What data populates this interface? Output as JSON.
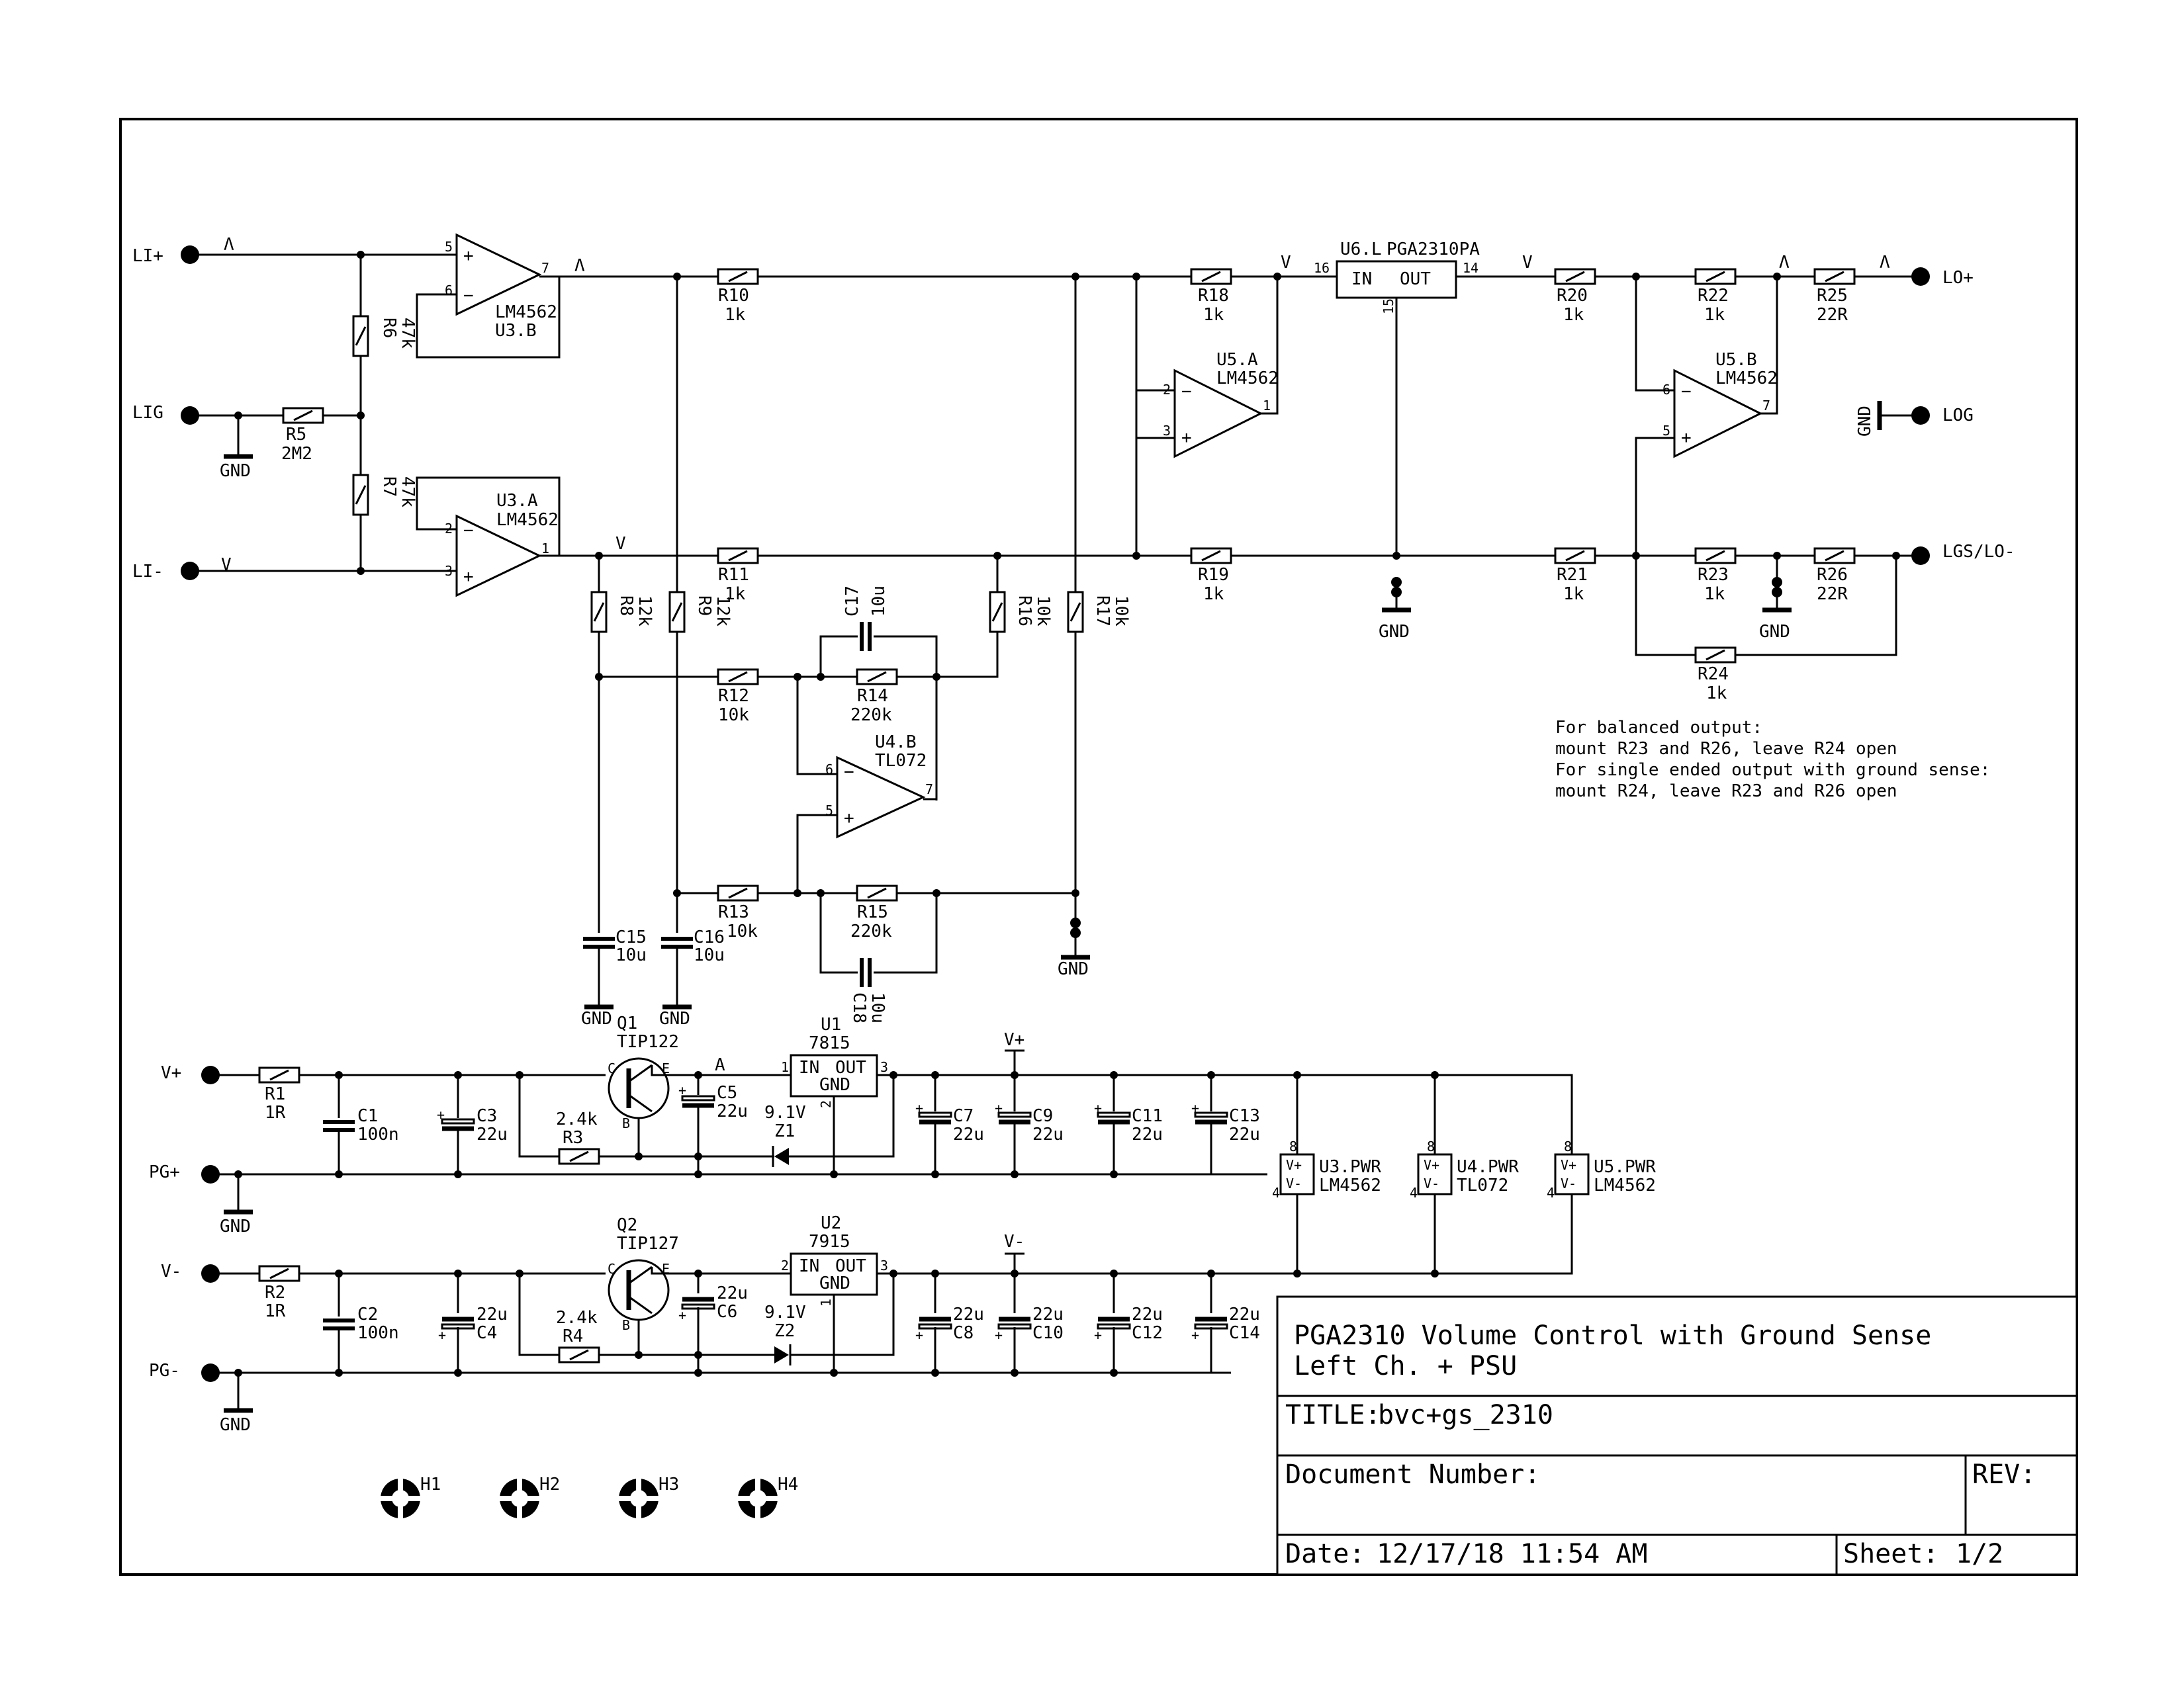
{
  "ports": {
    "li_plus": "LI+",
    "lig": "LIG",
    "li_minus": "LI-",
    "lo_plus": "LO+",
    "log": "LOG",
    "lgs_lo": "LGS/LO-",
    "v_plus": "V+",
    "pg_plus": "PG+",
    "v_minus": "V-",
    "pg_minus": "PG-",
    "gnd": "GND"
  },
  "signal_markers": {
    "up": "Λ",
    "down": "V",
    "a": "A"
  },
  "opamps": {
    "u3b": {
      "ref": "U3.B",
      "part": "LM4562"
    },
    "u3a": {
      "ref": "U3.A",
      "part": "LM4562"
    },
    "u5a": {
      "ref": "U5.A",
      "part": "LM4562"
    },
    "u5b": {
      "ref": "U5.B",
      "part": "LM4562"
    },
    "u4b": {
      "ref": "U4.B",
      "part": "TL072"
    }
  },
  "u6": {
    "ref": "U6.L",
    "part": "PGA2310PA",
    "in": "IN",
    "out": "OUT"
  },
  "resistors": {
    "r1": {
      "ref": "R1",
      "val": "1R"
    },
    "r2": {
      "ref": "R2",
      "val": "1R"
    },
    "r3": {
      "ref": "R3",
      "val": "2.4k"
    },
    "r4": {
      "ref": "R4",
      "val": "2.4k"
    },
    "r5": {
      "ref": "R5",
      "val": "2M2"
    },
    "r6": {
      "ref": "R6",
      "val": "47k"
    },
    "r7": {
      "ref": "R7",
      "val": "47k"
    },
    "r8": {
      "ref": "R8",
      "val": "12k"
    },
    "r9": {
      "ref": "R9",
      "val": "12k"
    },
    "r10": {
      "ref": "R10",
      "val": "1k"
    },
    "r11": {
      "ref": "R11",
      "val": "1k"
    },
    "r12": {
      "ref": "R12",
      "val": "10k"
    },
    "r13": {
      "ref": "R13",
      "val": "10k"
    },
    "r14": {
      "ref": "R14",
      "val": "220k"
    },
    "r15": {
      "ref": "R15",
      "val": "220k"
    },
    "r16": {
      "ref": "R16",
      "val": "10k"
    },
    "r17": {
      "ref": "R17",
      "val": "10k"
    },
    "r18": {
      "ref": "R18",
      "val": "1k"
    },
    "r19": {
      "ref": "R19",
      "val": "1k"
    },
    "r20": {
      "ref": "R20",
      "val": "1k"
    },
    "r21": {
      "ref": "R21",
      "val": "1k"
    },
    "r22": {
      "ref": "R22",
      "val": "1k"
    },
    "r23": {
      "ref": "R23",
      "val": "1k"
    },
    "r24": {
      "ref": "R24",
      "val": "1k"
    },
    "r25": {
      "ref": "R25",
      "val": "22R"
    },
    "r26": {
      "ref": "R26",
      "val": "22R"
    }
  },
  "capacitors": {
    "c1": {
      "ref": "C1",
      "val": "100n"
    },
    "c2": {
      "ref": "C2",
      "val": "100n"
    },
    "c3": {
      "ref": "C3",
      "val": "22u"
    },
    "c4": {
      "ref": "C4",
      "val": "22u"
    },
    "c5": {
      "ref": "C5",
      "val": "22u"
    },
    "c6": {
      "ref": "C6",
      "val": "22u"
    },
    "c7": {
      "ref": "C7",
      "val": "22u"
    },
    "c8": {
      "ref": "C8",
      "val": "22u"
    },
    "c9": {
      "ref": "C9",
      "val": "22u"
    },
    "c10": {
      "ref": "C10",
      "val": "22u"
    },
    "c11": {
      "ref": "C11",
      "val": "22u"
    },
    "c12": {
      "ref": "C12",
      "val": "22u"
    },
    "c13": {
      "ref": "C13",
      "val": "22u"
    },
    "c14": {
      "ref": "C14",
      "val": "22u"
    },
    "c15": {
      "ref": "C15",
      "val": "10u"
    },
    "c16": {
      "ref": "C16",
      "val": "10u"
    },
    "c17": {
      "ref": "C17",
      "val": "10u"
    },
    "c18": {
      "ref": "C18",
      "val": "10u"
    }
  },
  "transistors": {
    "q1": {
      "ref": "Q1",
      "part": "TIP122"
    },
    "q2": {
      "ref": "Q2",
      "part": "TIP127"
    }
  },
  "regulators": {
    "u1": {
      "ref": "U1",
      "part": "7815",
      "in": "IN",
      "out": "OUT",
      "gnd": "GND"
    },
    "u2": {
      "ref": "U2",
      "part": "7915",
      "in": "IN",
      "out": "OUT",
      "gnd": "GND"
    }
  },
  "zeners": {
    "z1": {
      "ref": "Z1",
      "val": "9.1V"
    },
    "z2": {
      "ref": "Z2",
      "val": "9.1V"
    }
  },
  "power_blocks": {
    "u3pwr": {
      "ref": "U3.PWR",
      "part": "LM4562"
    },
    "u4pwr": {
      "ref": "U4.PWR",
      "part": "TL072"
    },
    "u5pwr": {
      "ref": "U5.PWR",
      "part": "LM4562"
    },
    "vp": "V+",
    "vm": "V-"
  },
  "holes": [
    "H1",
    "H2",
    "H3",
    "H4"
  ],
  "pins": {
    "p1": "1",
    "p2": "2",
    "p3": "3",
    "p4": "4",
    "p5": "5",
    "p6": "6",
    "p7": "7",
    "p8": "8",
    "p14": "14",
    "p15": "15",
    "p16": "16",
    "b": "B",
    "c": "C",
    "e": "E",
    "plus": "+",
    "minus": "−"
  },
  "notes": [
    "For balanced output:",
    "mount R23 and R26, leave R24 open",
    "For single ended output with ground sense:",
    "mount R24, leave R23 and R26 open"
  ],
  "title_block": {
    "heading_line1": "PGA2310 Volume Control with Ground Sense",
    "heading_line2": "Left Ch. + PSU",
    "title_label": "TITLE:",
    "title_value": "bvc+gs_2310",
    "doc_label": "Document Number:",
    "rev_label": "REV:",
    "date_label": "Date:",
    "date_value": "12/17/18 11:54 AM",
    "sheet_label": "Sheet:",
    "sheet_value": "1/2"
  }
}
